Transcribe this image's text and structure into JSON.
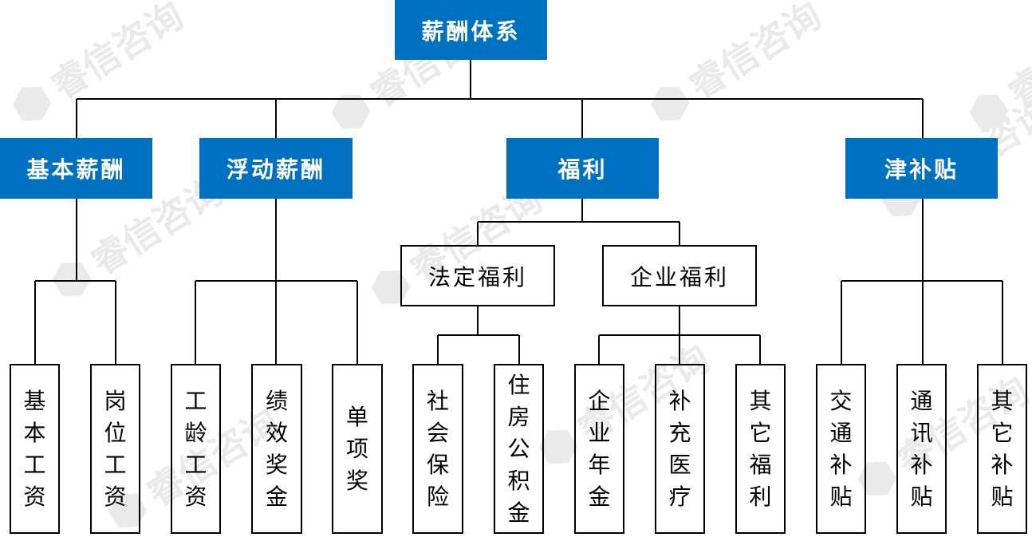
{
  "root": {
    "label": "薪酬体系"
  },
  "categories": [
    {
      "label": "基本薪酬",
      "items": [
        "基本工资",
        "岗位工资"
      ]
    },
    {
      "label": "浮动薪酬",
      "items": [
        "工龄工资",
        "绩效奖金",
        "单项奖"
      ]
    },
    {
      "label": "福利",
      "subgroups": [
        {
          "label": "法定福利",
          "items": [
            "社会保险",
            "住房公积金"
          ]
        },
        {
          "label": "企业福利",
          "items": [
            "企业年金",
            "补充医疗",
            "其它福利"
          ]
        }
      ]
    },
    {
      "label": "津补贴",
      "items": [
        "交通补贴",
        "通讯补贴",
        "其它补贴"
      ]
    }
  ],
  "watermark": {
    "text": "睿信咨询"
  },
  "colors": {
    "node_fill": "#0070c0",
    "node_text": "#ffffff",
    "line": "#000000"
  }
}
